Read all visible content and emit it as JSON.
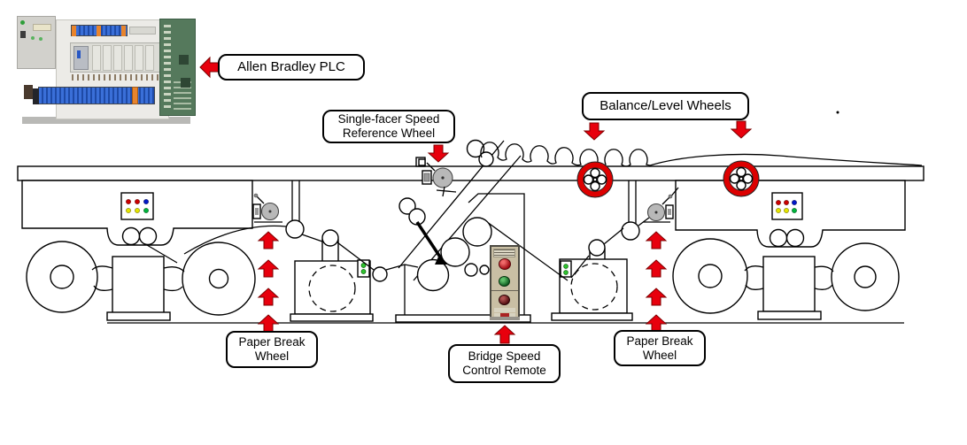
{
  "colors": {
    "arrow-red": "#e8000d",
    "arrow-outline": "#7d0000",
    "wheel-red": "#dd0000",
    "pcb-green": "#55795c",
    "status-green": "#2fc32f",
    "gray-wheel": "#b8b8b8"
  },
  "callouts": {
    "allen_bradley": {
      "label": "Allen Bradley PLC"
    },
    "single_facer": {
      "lines": [
        "Single-facer Speed",
        "Reference Wheel"
      ]
    },
    "balance_level": {
      "label": "Balance/Level Wheels"
    },
    "paper_break_left": {
      "lines": [
        "Paper Break",
        "Wheel"
      ]
    },
    "bridge_remote": {
      "lines": [
        "Bridge Speed",
        "Control Remote"
      ]
    },
    "paper_break_right": {
      "lines": [
        "Paper Break",
        "Wheel"
      ]
    }
  }
}
